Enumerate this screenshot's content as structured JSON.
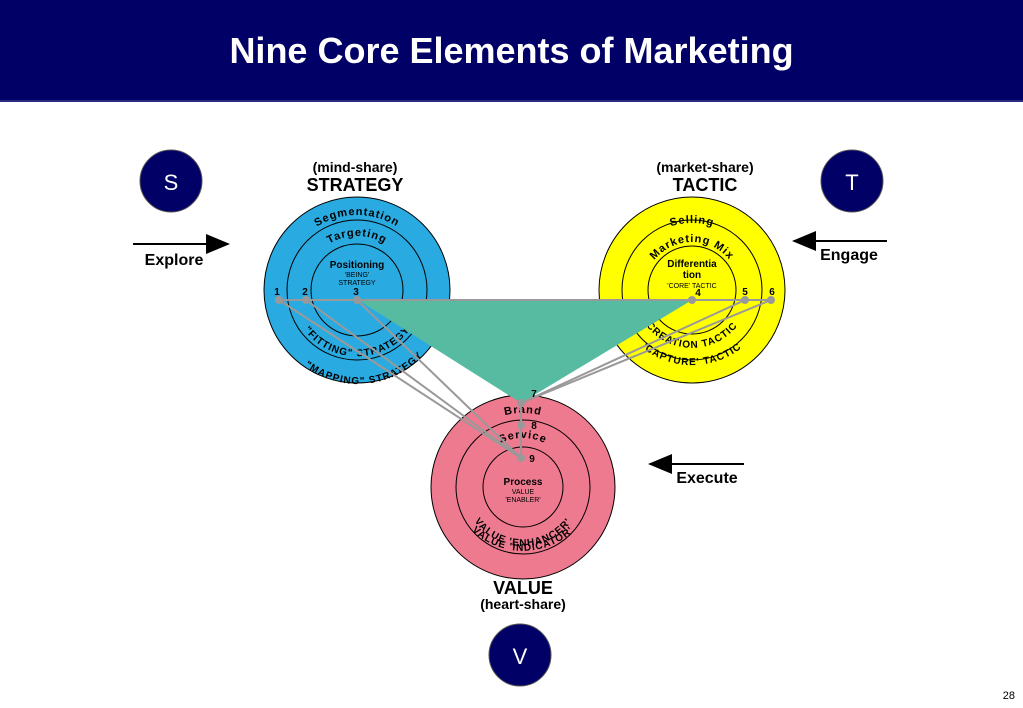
{
  "title": "Nine Core Elements of Marketing",
  "page_number": "28",
  "colors": {
    "header_bg": "#000066",
    "badge": "#000066",
    "strategy_circle": "#29abe2",
    "tactic_circle": "#ffff00",
    "value_circle": "#ee7a90",
    "triangle": "#57bba2",
    "connector": "#999999"
  },
  "badges": {
    "strategy": "S",
    "tactic": "T",
    "value": "V"
  },
  "arrows": {
    "explore": "Explore",
    "engage": "Engage",
    "execute": "Execute"
  },
  "strategy": {
    "subtitle": "(mind-share)",
    "title": "STRATEGY",
    "outer": "Segmentation",
    "middle": "Targeting",
    "inner_title": "Positioning",
    "inner_sub1": "'BEING'",
    "inner_sub2": "STRATEGY",
    "arc_middle": "\"FITTING\" STRATEGY",
    "arc_outer": "\"MAPPING\" STRATEGY",
    "nums": [
      "1",
      "2",
      "3"
    ]
  },
  "tactic": {
    "subtitle": "(market-share)",
    "title": "TACTIC",
    "outer": "Selling",
    "middle": "Marketing Mix",
    "inner_title1": "Differentia",
    "inner_title2": "tion",
    "inner_sub": "'CORE' TACTIC",
    "arc_middle": "CREATION TACTIC",
    "arc_outer": "'CAPTURE' TACTIC",
    "nums": [
      "4",
      "5",
      "6"
    ]
  },
  "value": {
    "title": "VALUE",
    "subtitle": "(heart-share)",
    "outer": "Brand",
    "middle": "Service",
    "inner_title": "Process",
    "inner_sub1": "VALUE",
    "inner_sub2": "'ENABLER'",
    "arc_middle": "VALUE 'ENHANCER'",
    "arc_outer": "VALUE 'INDICATOR'",
    "nums": [
      "7",
      "8",
      "9"
    ]
  }
}
